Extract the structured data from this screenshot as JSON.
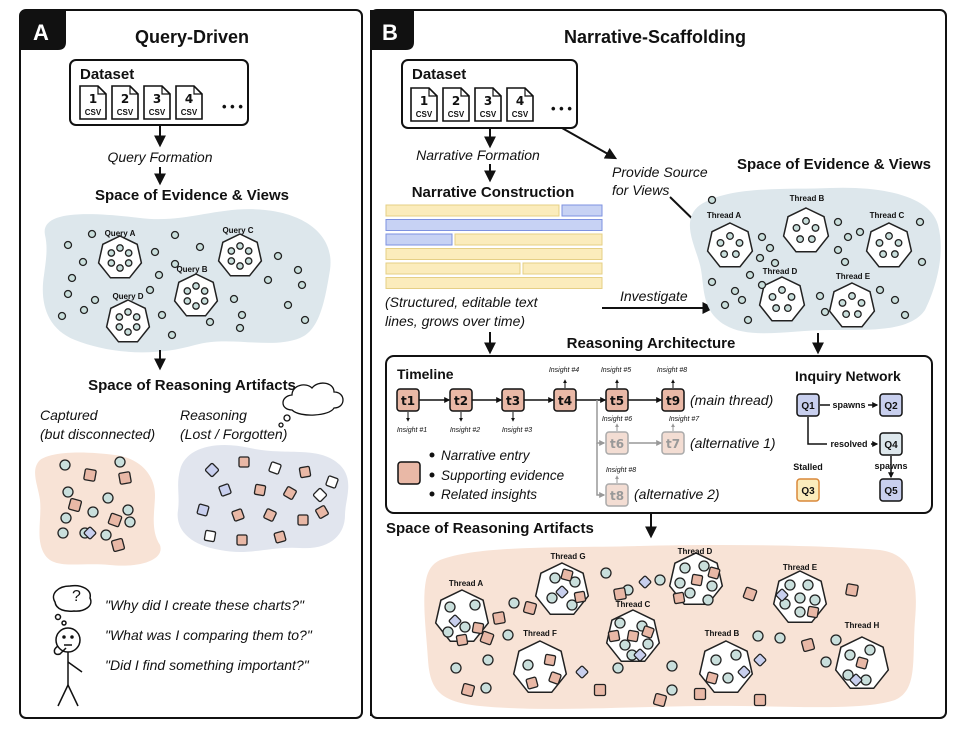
{
  "panel_a": {
    "badge": "A",
    "title": "Query-Driven",
    "dataset_label": "Dataset",
    "files": [
      "1",
      "2",
      "3",
      "4"
    ],
    "file_type": "CSV",
    "ellipsis": "• • •",
    "query_formation": "Query Formation",
    "space_evidence_title": "Space of Evidence & Views",
    "queries": [
      "Query A",
      "Query B",
      "Query C",
      "Query D"
    ],
    "space_reasoning_title": "Space of Reasoning Artifacts",
    "captured_line1": "Captured",
    "captured_line2": "(but disconnected)",
    "reasoning_line1": "Reasoning",
    "reasoning_line2": "(Lost / Forgotten)",
    "question_mark": "?",
    "quotes": [
      "\"Why did I create these charts?\"",
      "\"What was I comparing them to?\"",
      "\"Did I find something important?\""
    ]
  },
  "panel_b": {
    "badge": "B",
    "title": "Narrative-Scaffolding",
    "dataset_label": "Dataset",
    "files": [
      "1",
      "2",
      "3",
      "4"
    ],
    "file_type": "CSV",
    "ellipsis": "• • •",
    "narrative_formation": "Narrative Formation",
    "provide_source_line1": "Provide Source",
    "provide_source_line2": "for Views",
    "narrative_construction": "Narrative Construction",
    "narrative_caption_line1": "(Structured, editable text",
    "narrative_caption_line2": "lines, grows over time)",
    "investigate": "Investigate",
    "space_evidence_title": "Space of Evidence & Views",
    "evidence_threads": [
      "Thread A",
      "Thread B",
      "Thread C",
      "Thread D",
      "Thread E"
    ],
    "reasoning_architecture": "Reasoning Architecture",
    "timeline": {
      "title": "Timeline",
      "main_nodes": [
        "t1",
        "t2",
        "t3",
        "t4",
        "t5",
        "t9"
      ],
      "alt1_nodes": [
        "t6",
        "t7"
      ],
      "alt2_nodes": [
        "t8"
      ],
      "main_label": "(main thread)",
      "alt1_label": "(alternative 1)",
      "alt2_label": "(alternative 2)",
      "insights_below": [
        "Insight #1",
        "Insight #2",
        "Insight #3"
      ],
      "insights_above": [
        "Insight #4",
        "Insight #5",
        "Insight #8"
      ],
      "insight_6": "Insight #6",
      "insight_7": "Insight #7",
      "insight_8b": "Insight #8",
      "legend": [
        "Narrative entry",
        "Supporting evidence",
        "Related insights"
      ]
    },
    "inquiry_network": {
      "title": "Inquiry Network",
      "nodes": [
        "Q1",
        "Q2",
        "Q3",
        "Q4",
        "Q5"
      ],
      "spawns_1": "spawns",
      "resolved": "resolved",
      "spawns_2": "spawns",
      "stalled": "Stalled"
    },
    "space_reasoning_title": "Space of Reasoning Artifacts",
    "artifact_threads": [
      "Thread A",
      "Thread G",
      "Thread F",
      "Thread C",
      "Thread D",
      "Thread B",
      "Thread E",
      "Thread H"
    ]
  },
  "colors": {
    "evidence_blob": "#dde7ec",
    "reasoning_blob": "#f8e3d6",
    "lost_blob": "#e1e5ee",
    "circle_fill": "#c9dfdc",
    "square_fill": "#e9b8a6",
    "diamond_fill": "#c8cfee",
    "highlight_yellow": "#fbecbc",
    "highlight_blue": "#c7d2f4",
    "node_fill": "#e9b8a6"
  }
}
